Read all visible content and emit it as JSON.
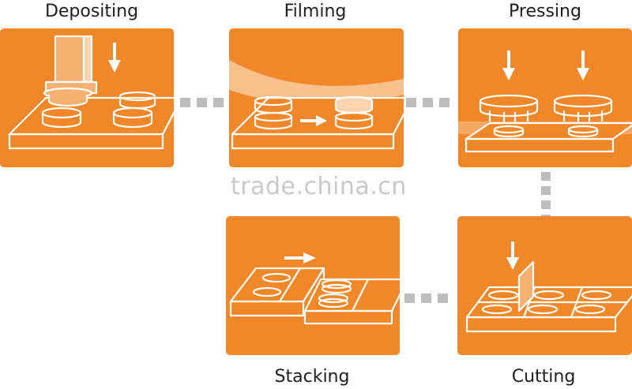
{
  "steps": {
    "depositing": "Depositing",
    "filming": "Filming",
    "pressing": "Pressing",
    "stacking": "Stacking",
    "cutting": "Cutting"
  },
  "watermark": "trade.china.cn",
  "colors": {
    "panel": "#f0882a",
    "line": "#ffffff",
    "connector": "#bdbdbd",
    "text": "#1e1e1e"
  }
}
